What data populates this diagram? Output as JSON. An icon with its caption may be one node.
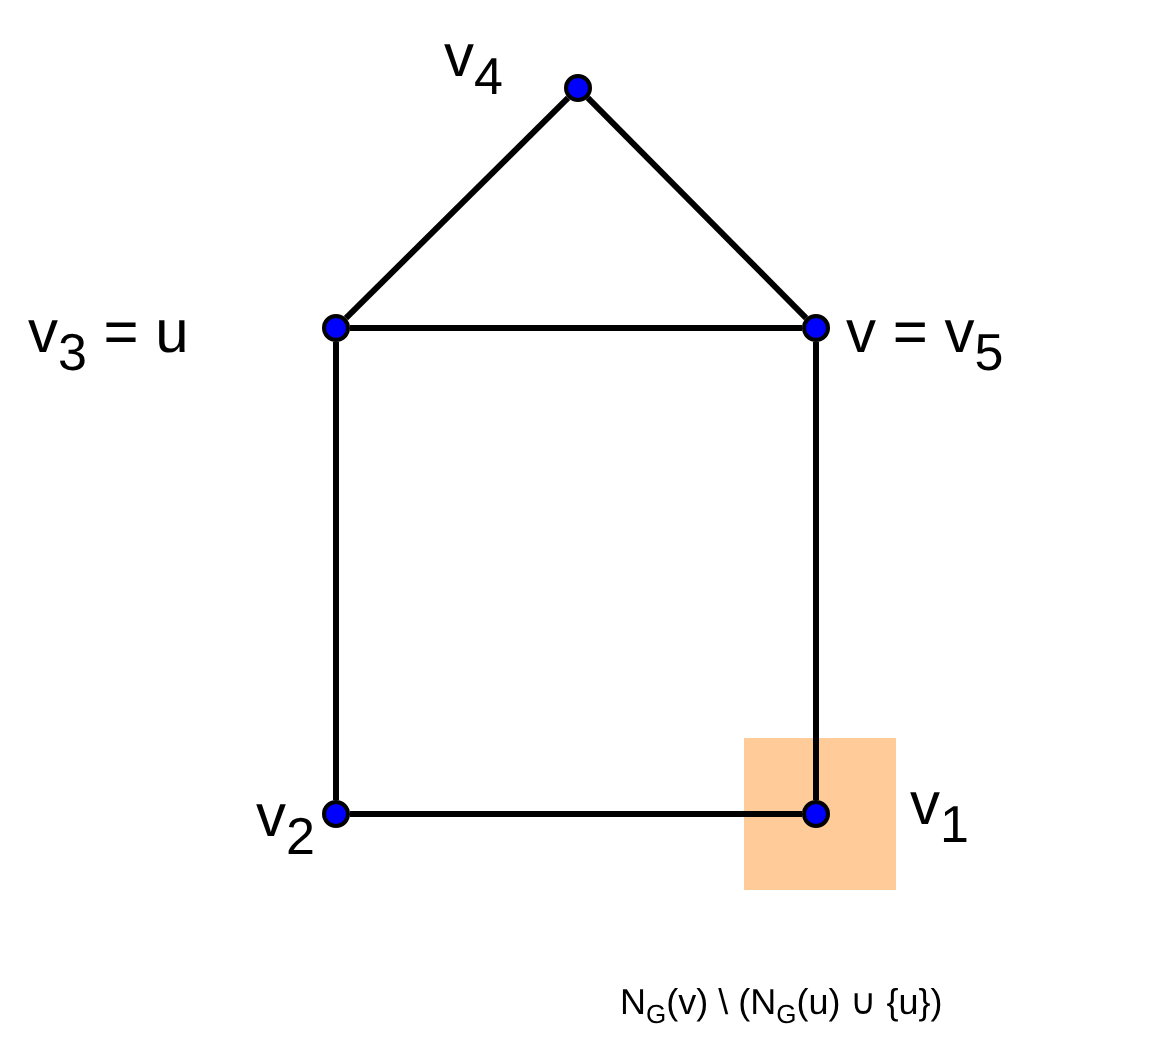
{
  "diagram": {
    "nodes": [
      {
        "text": [],
        "shape": "circle",
        "beside": [
          "v$_{4}$"
        ]
      },
      {
        "text": [],
        "shape": "circle",
        "beside": [
          "v$_{3}$ = u"
        ]
      },
      {
        "text": [],
        "shape": "circle",
        "beside": [
          "v = v$_{5}$"
        ]
      },
      {
        "text": [],
        "shape": "circle",
        "beside": [
          "v$_{2}$"
        ]
      },
      {
        "text": [],
        "shape": "box"
      },
      {
        "text": [],
        "shape": "circle",
        "beside": [
          "v$_{1}$"
        ],
        "in": 4
      }
    ],
    "edges": [
      {
        "from": 0,
        "to": 1,
        "arrow": "none"
      },
      {
        "from": 0,
        "to": 2,
        "arrow": "none"
      },
      {
        "from": 1,
        "to": 2,
        "arrow": "none"
      },
      {
        "from": 1,
        "to": 3,
        "arrow": "none"
      },
      {
        "from": 2,
        "to": 5,
        "arrow": "none"
      },
      {
        "from": 3,
        "to": 5,
        "arrow": "none"
      }
    ],
    "labels": [
      "N$_{G}$(v) \\ (N$_{G}$(u) ∪ {u})"
    ]
  }
}
